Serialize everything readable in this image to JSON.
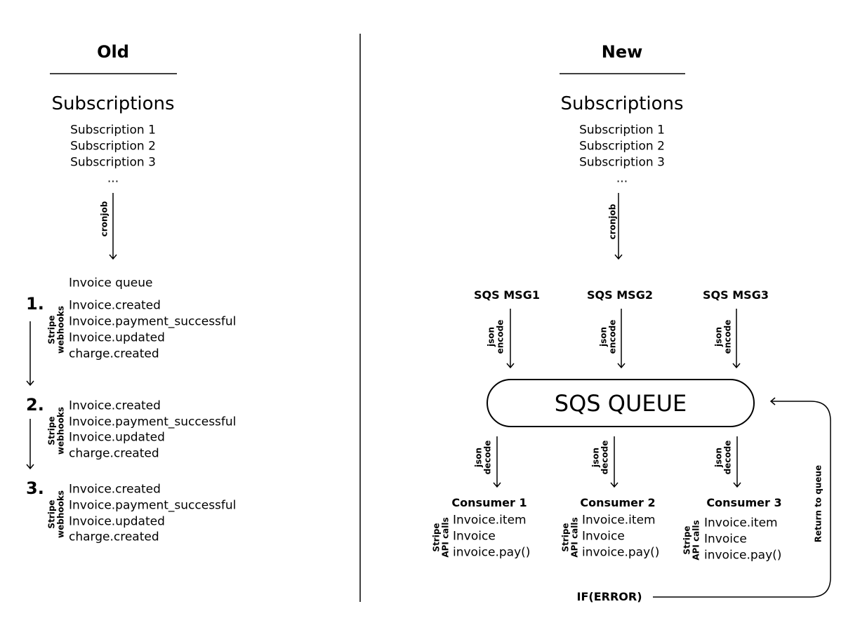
{
  "old": {
    "heading": "Old",
    "subscriptions_title": "Subscriptions",
    "subscriptions": [
      "Subscription 1",
      "Subscription 2",
      "Subscription 3",
      "..."
    ],
    "cron_label": "cronjob",
    "queue_title": "Invoice queue",
    "webhook_label_1": "Stripe",
    "webhook_label_2": "webhooks",
    "steps": [
      {
        "number": "1.",
        "events": [
          "Invoice.created",
          "Invoice.payment_successful",
          "Invoice.updated",
          "charge.created"
        ]
      },
      {
        "number": "2.",
        "events": [
          "Invoice.created",
          "Invoice.payment_successful",
          "Invoice.updated",
          "charge.created"
        ]
      },
      {
        "number": "3.",
        "events": [
          "Invoice.created",
          "Invoice.payment_successful",
          "Invoice.updated",
          "charge.created"
        ]
      }
    ]
  },
  "new": {
    "heading": "New",
    "subscriptions_title": "Subscriptions",
    "subscriptions": [
      "Subscription 1",
      "Subscription 2",
      "Subscription 3",
      "..."
    ],
    "cron_label": "cronjob",
    "messages": [
      "SQS MSG1",
      "SQS MSG2",
      "SQS MSG3"
    ],
    "encode_label_1": "json",
    "encode_label_2": "encode",
    "queue_label": "SQS QUEUE",
    "decode_label_1": "json",
    "decode_label_2": "decode",
    "api_label_1": "Stripe",
    "api_label_2": "API calls",
    "consumers": [
      {
        "title": "Consumer 1",
        "calls": [
          "Invoice.item",
          "Invoice",
          "invoice.pay()"
        ]
      },
      {
        "title": "Consumer 2",
        "calls": [
          "Invoice.item",
          "Invoice",
          "invoice.pay()"
        ]
      },
      {
        "title": "Consumer 3",
        "calls": [
          "Invoice.item",
          "Invoice",
          "invoice.pay()"
        ]
      }
    ],
    "error_label": "IF(ERROR)",
    "return_label": "Return to queue"
  }
}
